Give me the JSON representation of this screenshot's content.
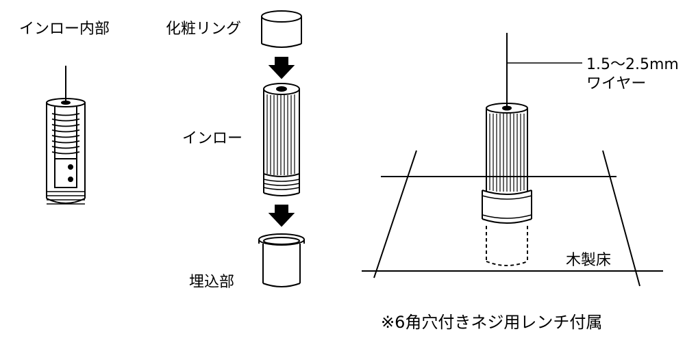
{
  "labels": {
    "inro_internal": "インロー内部",
    "cosmetic_ring": "化粧リング",
    "inro": "インロー",
    "embedded_part": "埋込部",
    "wire_spec_1": "1.5〜2.5mm",
    "wire_spec_2": "ワイヤー",
    "wood_floor": "木製床",
    "footnote": "※6角穴付きネジ用レンチ付属"
  }
}
